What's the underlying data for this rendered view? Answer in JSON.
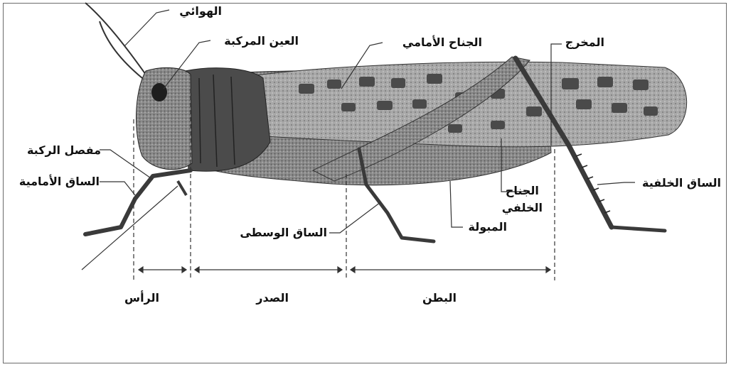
{
  "labels": {
    "antenna": "الهوائي",
    "compound_eye": "العين المركبة",
    "forewing": "الجناح الأمامي",
    "spiracle": "المخرج",
    "knee_joint": "مفصل الركبة",
    "foreleg": "الساق الأمامية",
    "hindleg": "الساق الخلفية",
    "hindwing_line1": "الجناح",
    "hindwing_line2": "الخلفي",
    "ovipositor": "المبولة",
    "midleg": "الساق الوسطى"
  },
  "regions": {
    "head": "الرأس",
    "thorax": "الصدر",
    "abdomen": "البطن"
  },
  "colors": {
    "line": "#2b2b2b",
    "body": "#6a6a6a",
    "body_dark": "#3d3d3d",
    "wing": "#a9a9a9"
  }
}
